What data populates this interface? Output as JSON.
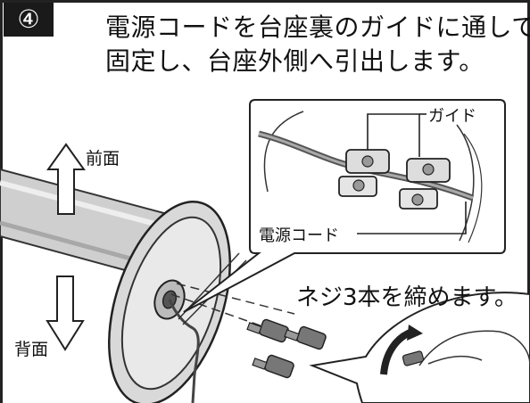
{
  "step": {
    "number": "④"
  },
  "title": {
    "line1": "電源コードを台座裏のガイドに通して",
    "line2": "固定し、台座外側へ引出します。"
  },
  "labels": {
    "front": "前面",
    "back": "背面",
    "guide": "ガイド",
    "power_cord": "電源コード",
    "screws": "ネジ3本を締めます。"
  },
  "icons": [
    "arrow-up-icon",
    "arrow-down-icon"
  ],
  "colors": {
    "ink": "#111111",
    "badge": "#1a1a1a",
    "pole_fill": "#c8c8c8",
    "base_fill": "#d9d9d9"
  }
}
